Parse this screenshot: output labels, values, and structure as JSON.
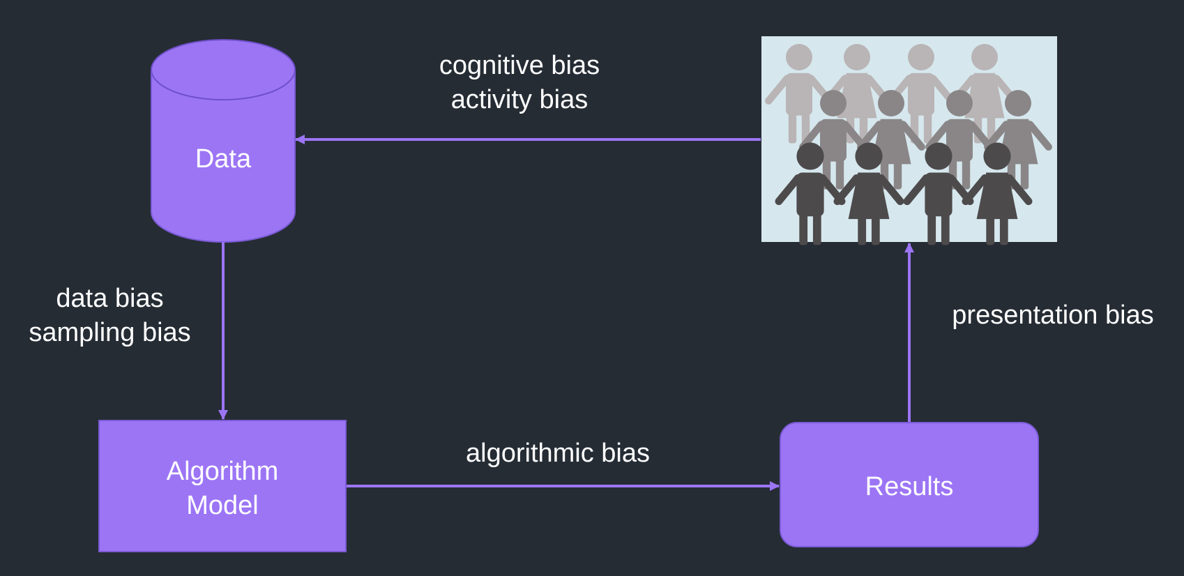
{
  "nodes": {
    "data": {
      "label": "Data"
    },
    "algorithm": {
      "line1": "Algorithm",
      "line2": "Model"
    },
    "results": {
      "label": "Results"
    }
  },
  "edges": {
    "users_to_data": {
      "line1": "cognitive bias",
      "line2": "activity bias"
    },
    "data_to_algorithm": {
      "line1": "data bias",
      "line2": "sampling bias"
    },
    "algorithm_to_results": {
      "label": "algorithmic bias"
    },
    "results_to_users": {
      "label": "presentation bias"
    }
  },
  "icons": {
    "users": "people-crowd-icon"
  },
  "colors": {
    "background": "#252c34",
    "node_fill": "#9c75f5",
    "node_stroke": "#7b5bd6",
    "arrow": "#9c75f5",
    "people_panel": "#d6e8ee"
  }
}
